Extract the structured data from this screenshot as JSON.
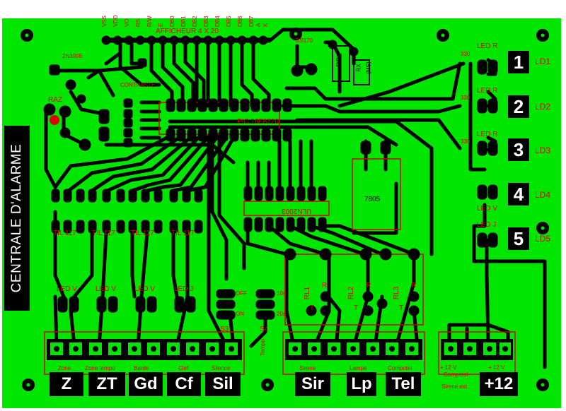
{
  "board": {
    "title": "CENTRALE D'ALARME",
    "display": "AFFICHEUR 4 X 20",
    "pic": "PIC 16F8720",
    "uln": "ULN2003",
    "regulator": "7805",
    "transistor_left": "2N3906",
    "transistor_right": "BS170",
    "contrast": "CONTRASTE",
    "raz": "RAZ",
    "relay_rbl": "RBL",
    "rx": "RX",
    "ms": "(MS)",
    "pin_labels": [
      "VSS",
      "VDD",
      "VO",
      "RS",
      "R/W",
      "E",
      "DB0",
      "DB1",
      "DB2",
      "DB3",
      "DB4",
      "DB5",
      "DB6",
      "DB7",
      "A",
      "K"
    ],
    "tils": [
      "TIL 117",
      "TIL 117",
      "TIL 117",
      "TIL 117"
    ],
    "led_bottom": [
      "LED V",
      "LED V",
      "LED V",
      "LED J"
    ],
    "led_right": [
      "LED R",
      "LED R",
      "LED R",
      "LED V",
      "LED J"
    ],
    "resistor_right": [
      "330",
      "330",
      "330"
    ],
    "switch_s3": {
      "name": "S3",
      "off": "OFF",
      "on": "ON"
    },
    "switch_s4": {
      "name": "S4",
      "t1": "10s",
      "t2": "20s"
    },
    "tempo": "Tempo",
    "relays": [
      "RL1",
      "RL2",
      "RL3"
    ],
    "relay_pins": [
      "R",
      "T"
    ],
    "terminal_labels": [
      "Zone",
      "Zone tempo",
      "Barde",
      "Clef",
      "Silence",
      "Sirene",
      "Lampe",
      "Compotel",
      "+ 12 V",
      "+ 12 V"
    ],
    "terminal_sub": [
      "Compotel",
      "Sirene ext."
    ],
    "bottom_badges": [
      "Z",
      "ZT",
      "Gd",
      "Cf",
      "Sil",
      "Sir",
      "Lp",
      "Tel",
      "+12"
    ],
    "right_numbers": [
      "1",
      "2",
      "3",
      "4",
      "5"
    ],
    "right_leds": [
      "LD1",
      "LD2",
      "LD3",
      "LD4",
      "LD5"
    ]
  },
  "colors": {
    "board": "#00e600",
    "copper": "#000000",
    "pad": "#008a00",
    "label": "#e00000"
  }
}
